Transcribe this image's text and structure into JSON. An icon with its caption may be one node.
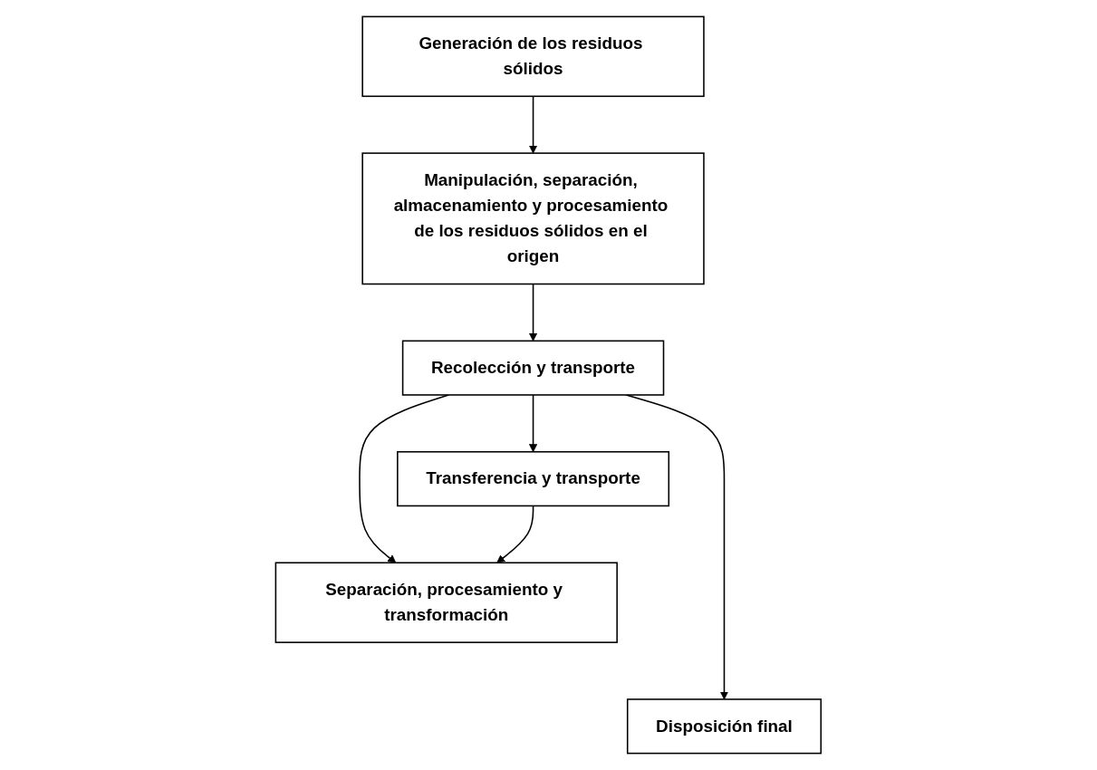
{
  "diagram": {
    "nodes": [
      {
        "text": [
          "Generación de los residuos sólidos"
        ]
      },
      {
        "text": [
          "Manipulación, separación, almacenamiento y procesamiento de los residuos sólidos en el origen"
        ]
      },
      {
        "text": [
          "Recolección y transporte"
        ]
      },
      {
        "text": [
          "Transferencia y transporte"
        ]
      },
      {
        "text": [
          "Separación, procesamiento y transformación"
        ]
      },
      {
        "text": [
          "Disposición final"
        ]
      }
    ],
    "edges": [
      {
        "from": 0,
        "to": 1,
        "arrow": "to"
      },
      {
        "from": 1,
        "to": 2,
        "arrow": "to"
      },
      {
        "from": 2,
        "to": 3,
        "arrow": "to"
      },
      {
        "from": 2,
        "to": 4,
        "arrow": "to"
      },
      {
        "from": 2,
        "to": 5,
        "arrow": "to"
      },
      {
        "from": 3,
        "to": 4,
        "arrow": "to"
      }
    ]
  }
}
